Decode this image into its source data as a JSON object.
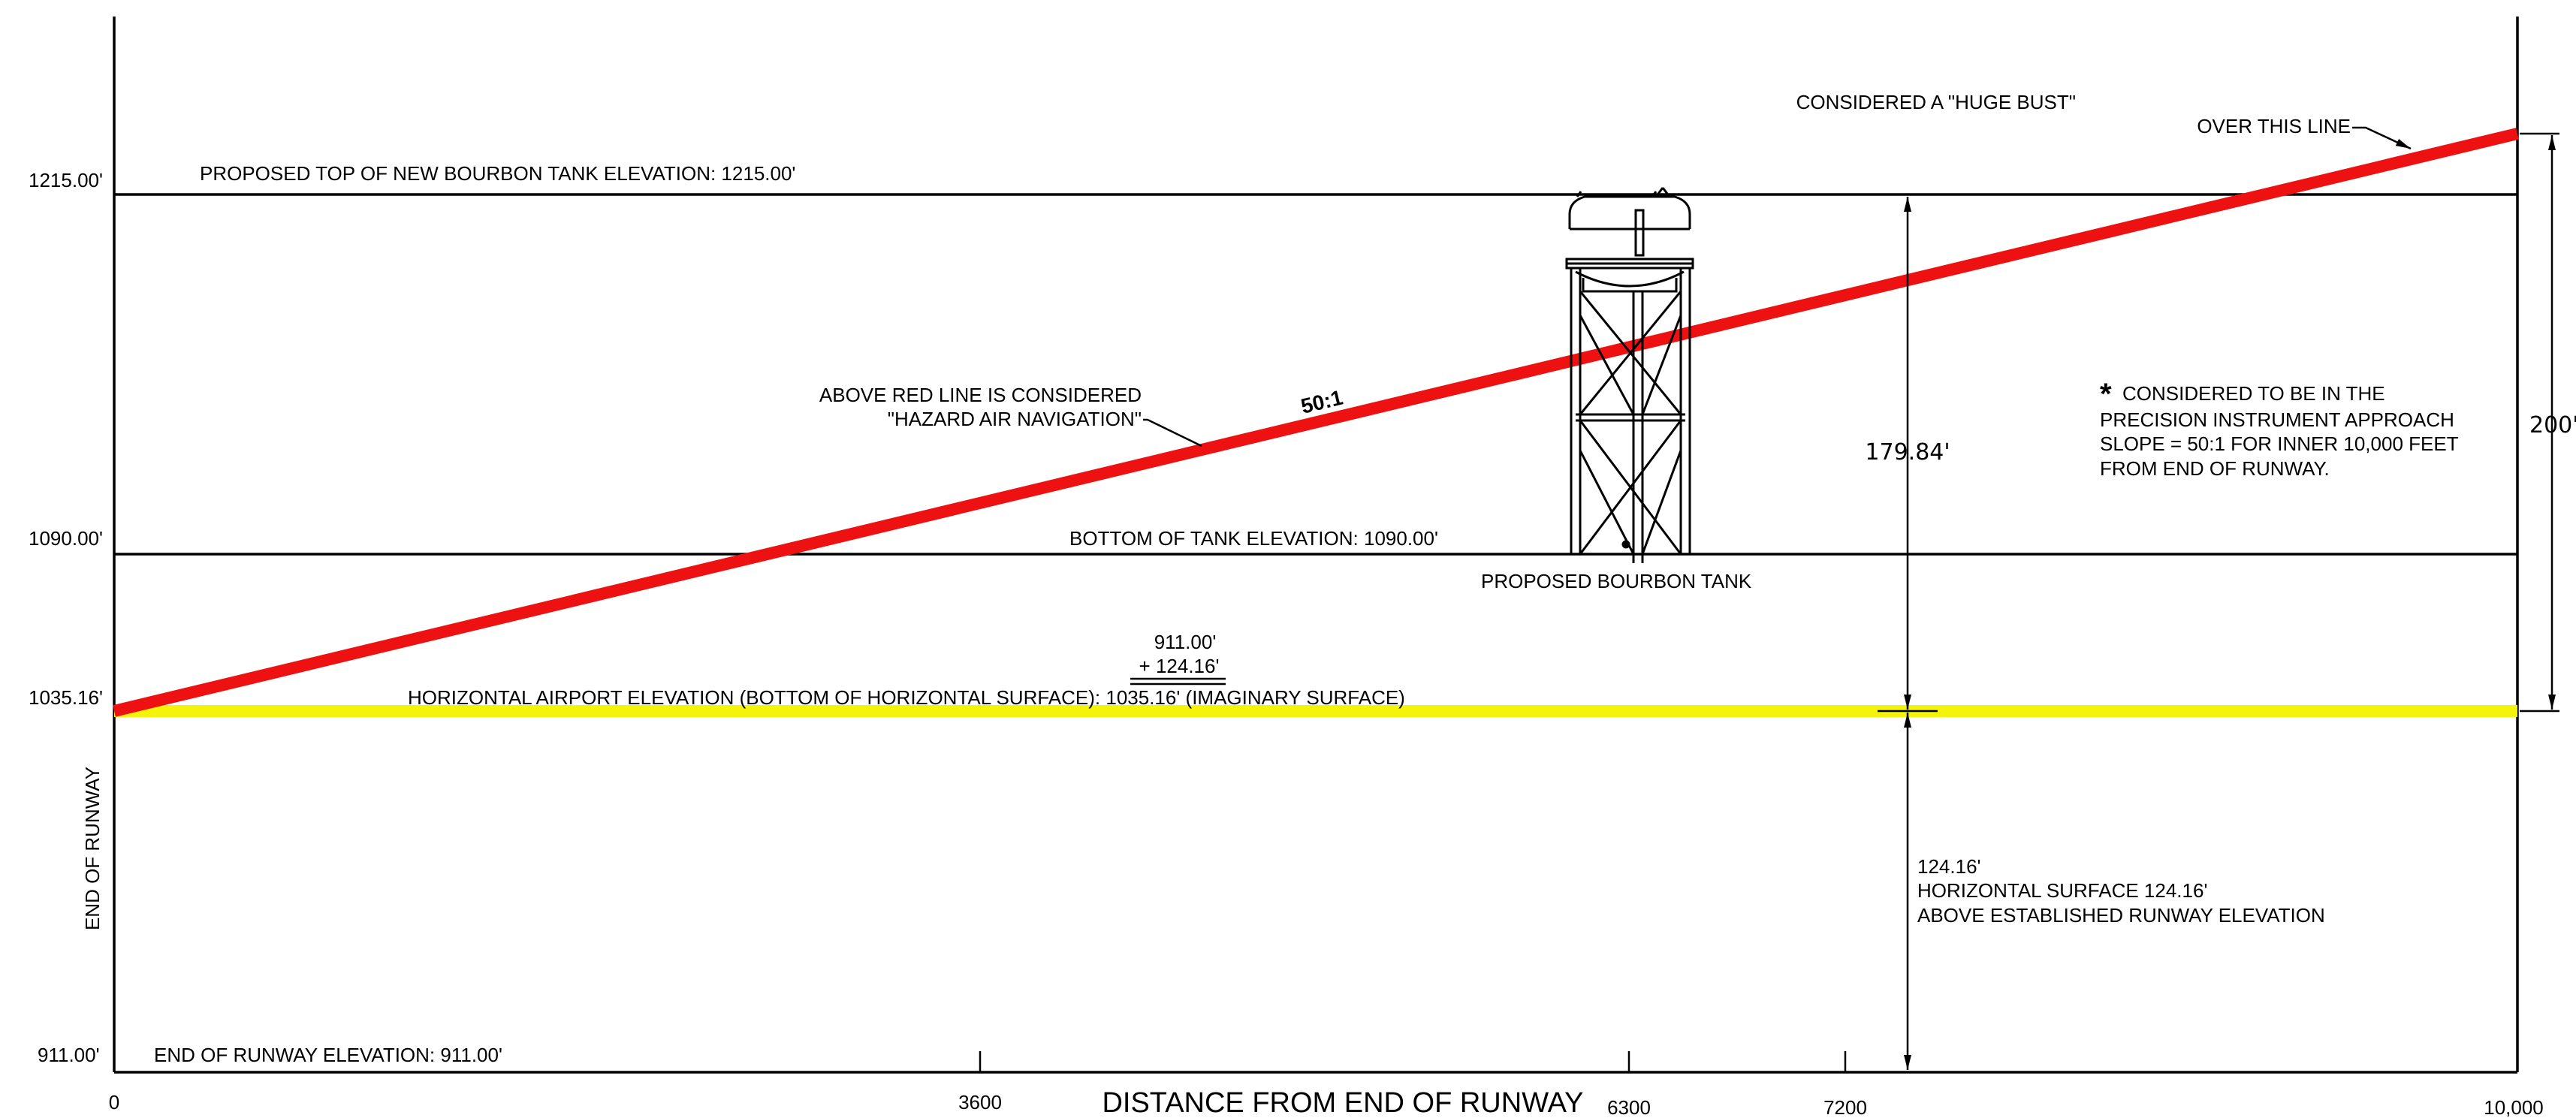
{
  "drawing": {
    "elevation_ticks": [
      "1215.00'",
      "1090.00'",
      "1035.16'",
      "911.00'"
    ],
    "distance_ticks": [
      "0",
      "3600",
      "6300",
      "7200",
      "10,000"
    ],
    "x_axis_title": "DISTANCE FROM END OF RUNWAY",
    "left_axis_label": "END OF RUNWAY",
    "top_line_label": "PROPOSED TOP OF NEW BOURBON TANK ELEVATION: 1215.00'",
    "bottom_tank_label": "BOTTOM OF TANK ELEVATION: 1090.00'",
    "horizontal_surface_label": "HORIZONTAL AIRPORT ELEVATION (BOTTOM OF HORIZONTAL SURFACE): 1035.16' (IMAGINARY SURFACE)",
    "runway_elevation_label": "END OF RUNWAY ELEVATION: 911.00'",
    "calc_line1": "911.00'",
    "calc_line2": "+ 124.16'",
    "slope_label": "50:1",
    "hazard_note": [
      "ABOVE RED LINE IS CONSIDERED",
      "\"HAZARD AIR NAVIGATION\""
    ],
    "bust_note": [
      "CONSIDERED A \"HUGE BUST\"",
      "OVER THIS LINE"
    ],
    "tank_label": "PROPOSED BOURBON TANK",
    "dim_tank_height": "179.84'",
    "dim_right": "200'",
    "asterisk": "*",
    "precision_note": [
      "CONSIDERED TO BE IN THE",
      "PRECISION INSTRUMENT APPROACH",
      "SLOPE = 50:1 FOR INNER 10,000 FEET",
      "FROM END OF RUNWAY."
    ],
    "surface_note": [
      "124.16'",
      "HORIZONTAL SURFACE 124.16'",
      "ABOVE ESTABLISHED RUNWAY ELEVATION"
    ],
    "colors": {
      "slope_line": "#ee1111",
      "horizontal_surface": "#f4f40a",
      "lines": "#000000"
    }
  }
}
